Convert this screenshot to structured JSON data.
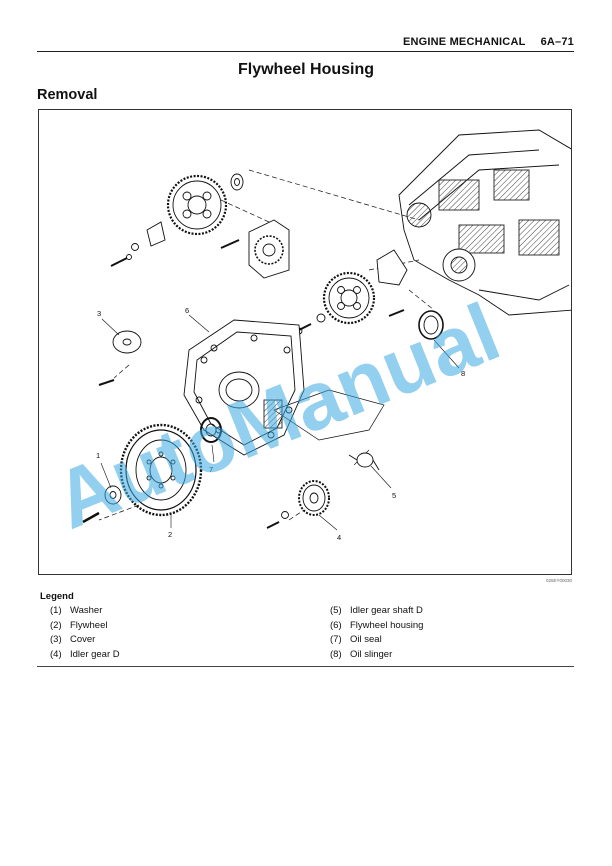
{
  "header": {
    "section": "ENGINE MECHANICAL",
    "page_code": "6A–71"
  },
  "title": "Flywheel Housing",
  "section_heading": "Removal",
  "figure": {
    "id": "025EY00030",
    "callouts": [
      "1",
      "2",
      "3",
      "4",
      "5",
      "6",
      "7",
      "8"
    ]
  },
  "legend": {
    "title": "Legend",
    "left": [
      {
        "num": "(1)",
        "label": "Washer"
      },
      {
        "num": "(2)",
        "label": "Flywheel"
      },
      {
        "num": "(3)",
        "label": "Cover"
      },
      {
        "num": "(4)",
        "label": "Idler gear D"
      }
    ],
    "right": [
      {
        "num": "(5)",
        "label": "Idler gear shaft D"
      },
      {
        "num": "(6)",
        "label": "Flywheel housing"
      },
      {
        "num": "(7)",
        "label": "Oil seal"
      },
      {
        "num": "(8)",
        "label": "Oil slinger"
      }
    ]
  },
  "watermark": {
    "text": "AutoManual",
    "color": "#3aa7e0"
  }
}
